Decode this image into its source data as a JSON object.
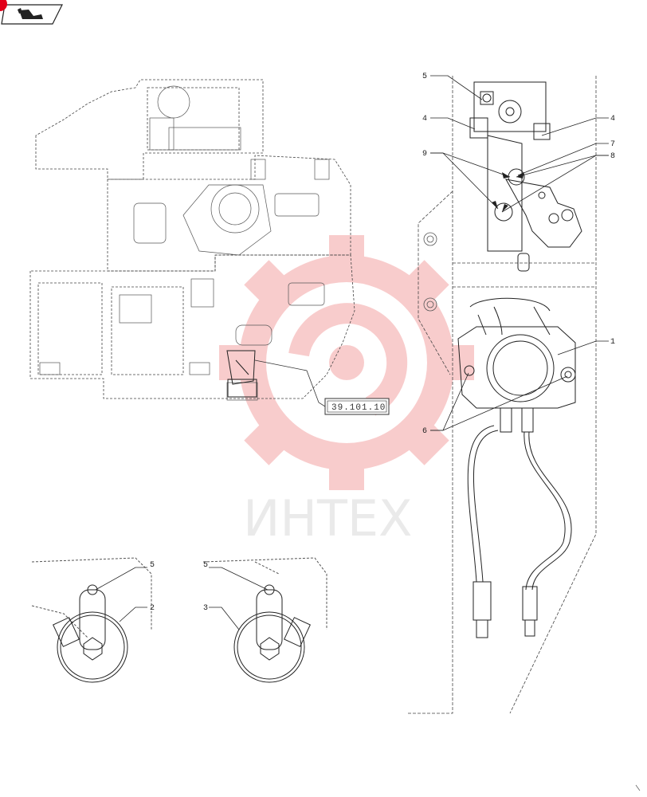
{
  "colors": {
    "line": "#333333",
    "watermark_gear": "#f4a3a3",
    "watermark_text": "#d6d6d6",
    "accent_red": "#e2001a"
  },
  "reference": {
    "code": "39.101.10"
  },
  "watermark": {
    "text": "ИНТЕХ"
  },
  "callouts": {
    "top": {
      "c5": "5",
      "c4a": "4",
      "c4b": "4",
      "c7": "7",
      "c9": "9",
      "c8": "8",
      "c1": "1",
      "c6": "6"
    },
    "bottom_left": {
      "c5": "5",
      "c2": "2"
    },
    "bottom_right": {
      "c5": "5",
      "c3": "3"
    }
  },
  "icons": {
    "nav": "return-to-index-icon"
  }
}
